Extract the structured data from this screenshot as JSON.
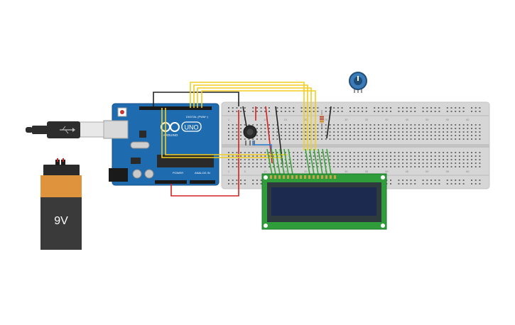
{
  "arduino": {
    "logo": "UNO",
    "brand": "ARDUINO",
    "label_digital": "DIGITAL (PWM~)",
    "label_power": "POWER",
    "label_analog": "ANALOG IN"
  },
  "battery": {
    "label": "9V"
  },
  "breadboard": {
    "col_numbers": [
      "1",
      "5",
      "10",
      "15",
      "20",
      "25",
      "30",
      "35",
      "40",
      "45",
      "50",
      "55",
      "60"
    ]
  },
  "colors": {
    "board_blue": "#1f6bb0",
    "wire_yellow": "#f2cf1d",
    "wire_green": "#3aa63a",
    "wire_red": "#d32222",
    "wire_black": "#222222",
    "wire_blue": "#2b7fd1",
    "lcd_pcb": "#2e9d3a",
    "lcd_screen": "#1c2a4f"
  },
  "icons": {
    "usb_cable": "usb-plug-icon",
    "potentiometer": "potentiometer-icon",
    "resistor": "resistor-icon"
  }
}
